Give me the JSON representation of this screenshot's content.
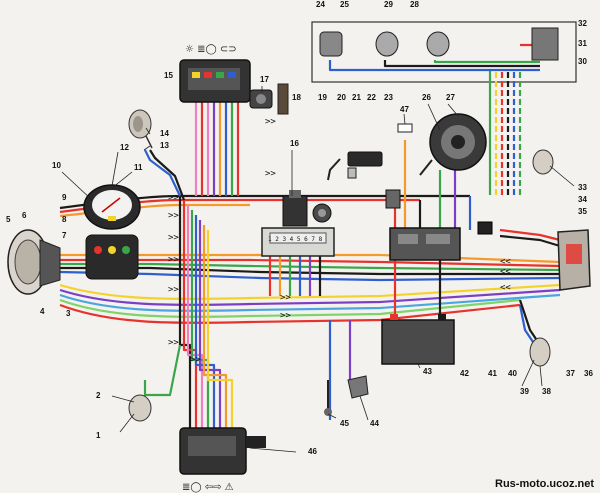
{
  "diagram": {
    "component_numbers": [
      "1",
      "2",
      "3",
      "4",
      "5",
      "6",
      "7",
      "8",
      "9",
      "10",
      "11",
      "12",
      "13",
      "14",
      "15",
      "16",
      "17",
      "18",
      "19",
      "20",
      "21",
      "22",
      "23",
      "24",
      "25",
      "26",
      "27",
      "28",
      "29",
      "30",
      "31",
      "32",
      "33",
      "34",
      "35",
      "36",
      "37",
      "38",
      "39",
      "40",
      "41",
      "42",
      "43",
      "44",
      "45",
      "46",
      "47"
    ],
    "fuse_block_pins": "1 2 3 4 5 6 7 8",
    "top_indicator_symbols": "☼ ≣◯ ⊂⊃",
    "bottom_indicator_symbols": "≣◯ ⇦⇨ ⚠",
    "wire_colors": {
      "red": "#e8322d",
      "orange": "#f39a2b",
      "yellow": "#f4d22e",
      "green": "#3aa64a",
      "light_green": "#7ed36b",
      "blue": "#2f5fcf",
      "light_blue": "#4aa6e0",
      "violet": "#7b3fc6",
      "pink": "#f07fc0",
      "brown": "#8b5a2b",
      "black": "#1b1b1b",
      "grey": "#9a9a9a"
    }
  },
  "watermark": "Rus-moto.ucoz.net"
}
